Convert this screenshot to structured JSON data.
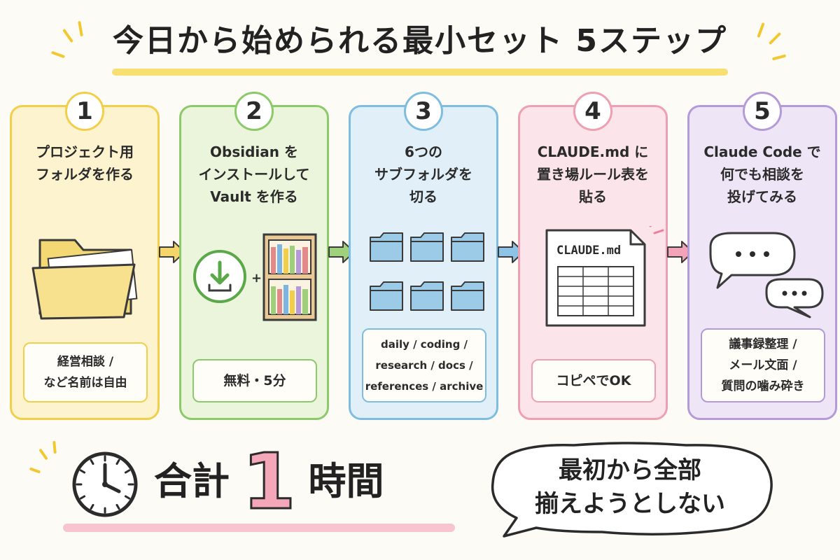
{
  "title": "今日から始められる最小セット 5ステップ",
  "steps": [
    {
      "number": "1",
      "title_lines": [
        "プロジェクト用",
        "フォルダを作る"
      ],
      "note_lines": [
        "経営相談 /",
        "など名前は自由"
      ],
      "icon": "folder-icon",
      "color": "#f2cf4a",
      "bg": "#fdf3cf"
    },
    {
      "number": "2",
      "title_lines": [
        "Obsidian を",
        "インストールして",
        "Vault を作る"
      ],
      "note_lines": [
        "無料・5分"
      ],
      "icon": "download-icon",
      "plus": "+",
      "color": "#8cc96a",
      "bg": "#eaf5dc"
    },
    {
      "number": "3",
      "title_lines": [
        "6つの",
        "サブフォルダを",
        "切る"
      ],
      "note_lines": [
        "daily / coding /",
        "research / docs /",
        "references / archive"
      ],
      "icon": "folders-icon",
      "color": "#7fbde0",
      "bg": "#e1f0f8"
    },
    {
      "number": "4",
      "title_lines": [
        "CLAUDE.md に",
        "置き場ルール表を",
        "貼る"
      ],
      "doc_label": "CLAUDE.md",
      "note_lines": [
        "コピペでOK"
      ],
      "icon": "document-icon",
      "color": "#ee9fb1",
      "bg": "#fbe4ea"
    },
    {
      "number": "5",
      "title_lines": [
        "Claude Code で",
        "何でも相談を",
        "投げてみる"
      ],
      "note_lines": [
        "議事録整理 /",
        "メール文面 /",
        "質問の噛み砕き"
      ],
      "icon": "chat-bubbles-icon",
      "color": "#b49ad8",
      "bg": "#eee6f7"
    }
  ],
  "total": {
    "lead": "合計",
    "number": "1",
    "trail": "時間"
  },
  "bubble_lines": [
    "最初から全部",
    "揃えようとしない"
  ],
  "colors": {
    "title_underline": "#f6d95a",
    "accent_pink": "#f5b6c6"
  }
}
